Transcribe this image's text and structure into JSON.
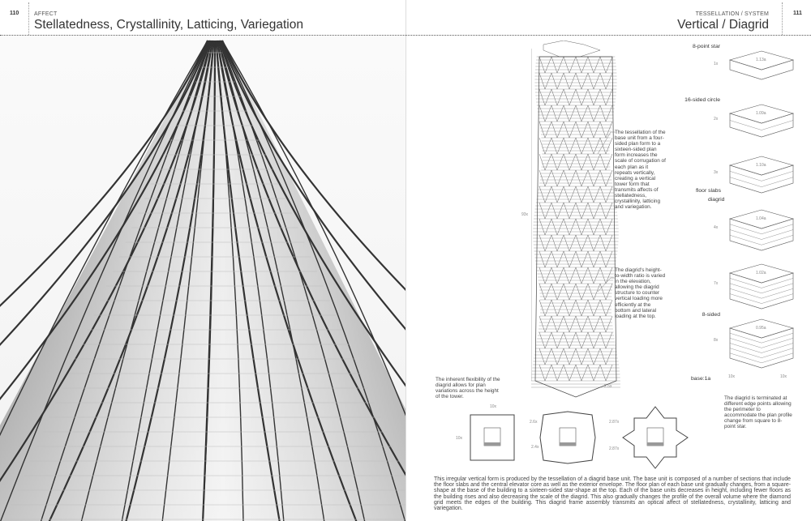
{
  "left_page": {
    "page_number": "110",
    "kicker": "AFFECT",
    "title": "Stellatedness, Crystallinity, Latticing, Variegation"
  },
  "right_page": {
    "page_number": "111",
    "kicker": "TESSELLATION / SYSTEM",
    "title": "Vertical / Diagrid"
  },
  "elevation": {
    "height_label": "93x",
    "base_label": "2.5x"
  },
  "annotations": {
    "tessellation": "The tessellation of the base unit from a four-sided plan form to a sixteen-sided plan form increases the scale of corrugation of each plan as it repeats vertically, creating a vertical tower form that transmits affects of stellatedness, crystallinity, latticing and variegation.",
    "height_ratio": "The diagrid's height-to-width ratio is varied in the elevation, allowing the diagrid structure to counter vertical loading more efficiently at the bottom and lateral loading at the top.",
    "flexibility": "The inherent flexibility of the diagrid allows for plan variations across the height of the tower.",
    "terminated": "The diagrid is terminated at different edge points allowing the perimeter to accommodate the plan profile change from square to 8-point star."
  },
  "units": [
    {
      "label": "8-point star",
      "height": "1x",
      "area": "1.13a"
    },
    {
      "label": "16-sided circle",
      "height": "2x",
      "area": "1.09a"
    },
    {
      "label": "",
      "height": "3x",
      "area": "1.10a"
    },
    {
      "label": "",
      "height": "4x",
      "area": "1.04a"
    },
    {
      "label": "",
      "height": "7x",
      "area": "1.02a"
    },
    {
      "label": "8-sided",
      "height": "8x",
      "area": "0.95a"
    }
  ],
  "unit_labels": {
    "floor_slabs": "floor slabs",
    "diagrid": "diagrid",
    "base": "base:1a",
    "base_w": "10x",
    "base_d": "10x"
  },
  "plans": [
    {
      "dim_top": "10x",
      "dim_side": "10x"
    },
    {
      "dim_a": "2.6x",
      "dim_b": "2.4x"
    },
    {
      "dim_a": "2.87x",
      "dim_b": "2.87x"
    }
  ],
  "body_text": "This irregular vertical form is produced by the tessellation of a diagrid base unit. The base unit is composed of a number of sections that include the floor slabs and the central elevator core as well as the exterior envelope. The floor plan of each base unit gradually changes, from a square-shape at the base of the building to a sixteen-sided star-shape at the top. Each of the base units decreases in height, including fewer floors as the building rises and also decreasing the scale of the diagrid. This also gradually changes the profile of the overall volume where the diamond grid meets the edges of the building. This diagrid frame assembly transmits an optical affect of stellatedness, crystallinity, latticing and variegation."
}
